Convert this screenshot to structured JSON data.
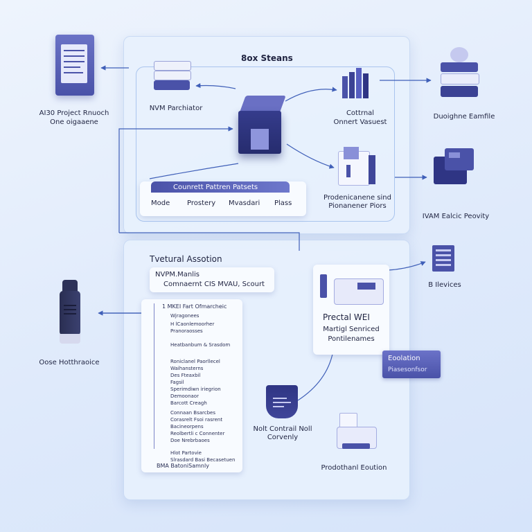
{
  "top_panel": {
    "title": "8ox Steans",
    "labels": {
      "nvm_parchiator": "NVM Parchiator",
      "cottrnal_l1": "Cottrnal",
      "cottrnal_l2": "Onnert Vasuest",
      "prodecianne_l1": "Prodenicanene sind",
      "prodecianne_l2": "Pionanener Piors"
    },
    "card": {
      "title": "Counrett Pattren Patsets",
      "cells": [
        "Mode",
        "Prostery",
        "Mvasdari",
        "Plass"
      ]
    }
  },
  "left_side": {
    "project_l1": "AI30 Project Rnuoch",
    "project_l2": "One oigaaene",
    "device_label": "Oose Hotthraoice"
  },
  "right_side": {
    "duoighne": "Duoighne Eamfile",
    "ivam": "IVAM Ealcic Peovity",
    "bilevices": "B Ilevices",
    "prodothanal": "Prodothanl Eoution"
  },
  "bottom_panel": {
    "title": "Tvetural Assotion",
    "header_card": {
      "line1": "NVPM.Manlis",
      "line2": "Comnaernt CIS MVAU, Scourt"
    },
    "list": {
      "head": "1 MKEI Fart Ofmarcheic",
      "lines": [
        "Wjragonees",
        "H lCaonlemoorher",
        "Pranoraosses",
        "Heatbanbum & Srasdom",
        "Roniclanel Paorllecel",
        "Waihansterns",
        "Des Fteaxbil",
        "Fagsil",
        "Sperimdiwn iriegrion",
        "Demoonaor",
        "Barcott Creagh",
        "Connaan Bsarcbes",
        "Corasrelt Fsoi rasrent",
        "Bacineorpens",
        "Reolbertli c Connenter",
        "Doe Nrebrbaoes",
        "Hlot Partovie",
        "Slrasdard Basi Becasetuen"
      ],
      "footer": "BMA BatoniSamnly"
    },
    "practal": {
      "title": "Prectal WEI",
      "line2": "Martigl Senriced",
      "line3": "Pontilenames"
    },
    "callout": {
      "title": "Eoolation",
      "subtitle": "Piasesonfsor"
    },
    "nolt_l1": "Nolt Contrail Noll",
    "nolt_l2": "Corvenly"
  },
  "colors": {
    "accent": "#4a52a8",
    "accent_light": "#7e86d6",
    "connector": "#3f5fb8",
    "panel_border": "#a9c4ee"
  }
}
